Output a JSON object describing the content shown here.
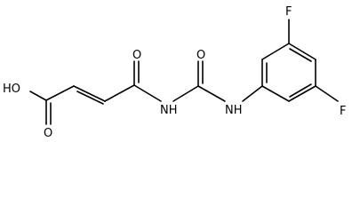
{
  "molecule": {
    "atoms": {
      "hydroxyl": "HO",
      "acid_carbonyl_oxygen": "O",
      "ketone_oxygen": "O",
      "urea_oxygen": "O",
      "imide_nitrogen": "NH",
      "amine_nitrogen": "NH",
      "fluorine_top": "F",
      "fluorine_bottom": "F"
    }
  }
}
